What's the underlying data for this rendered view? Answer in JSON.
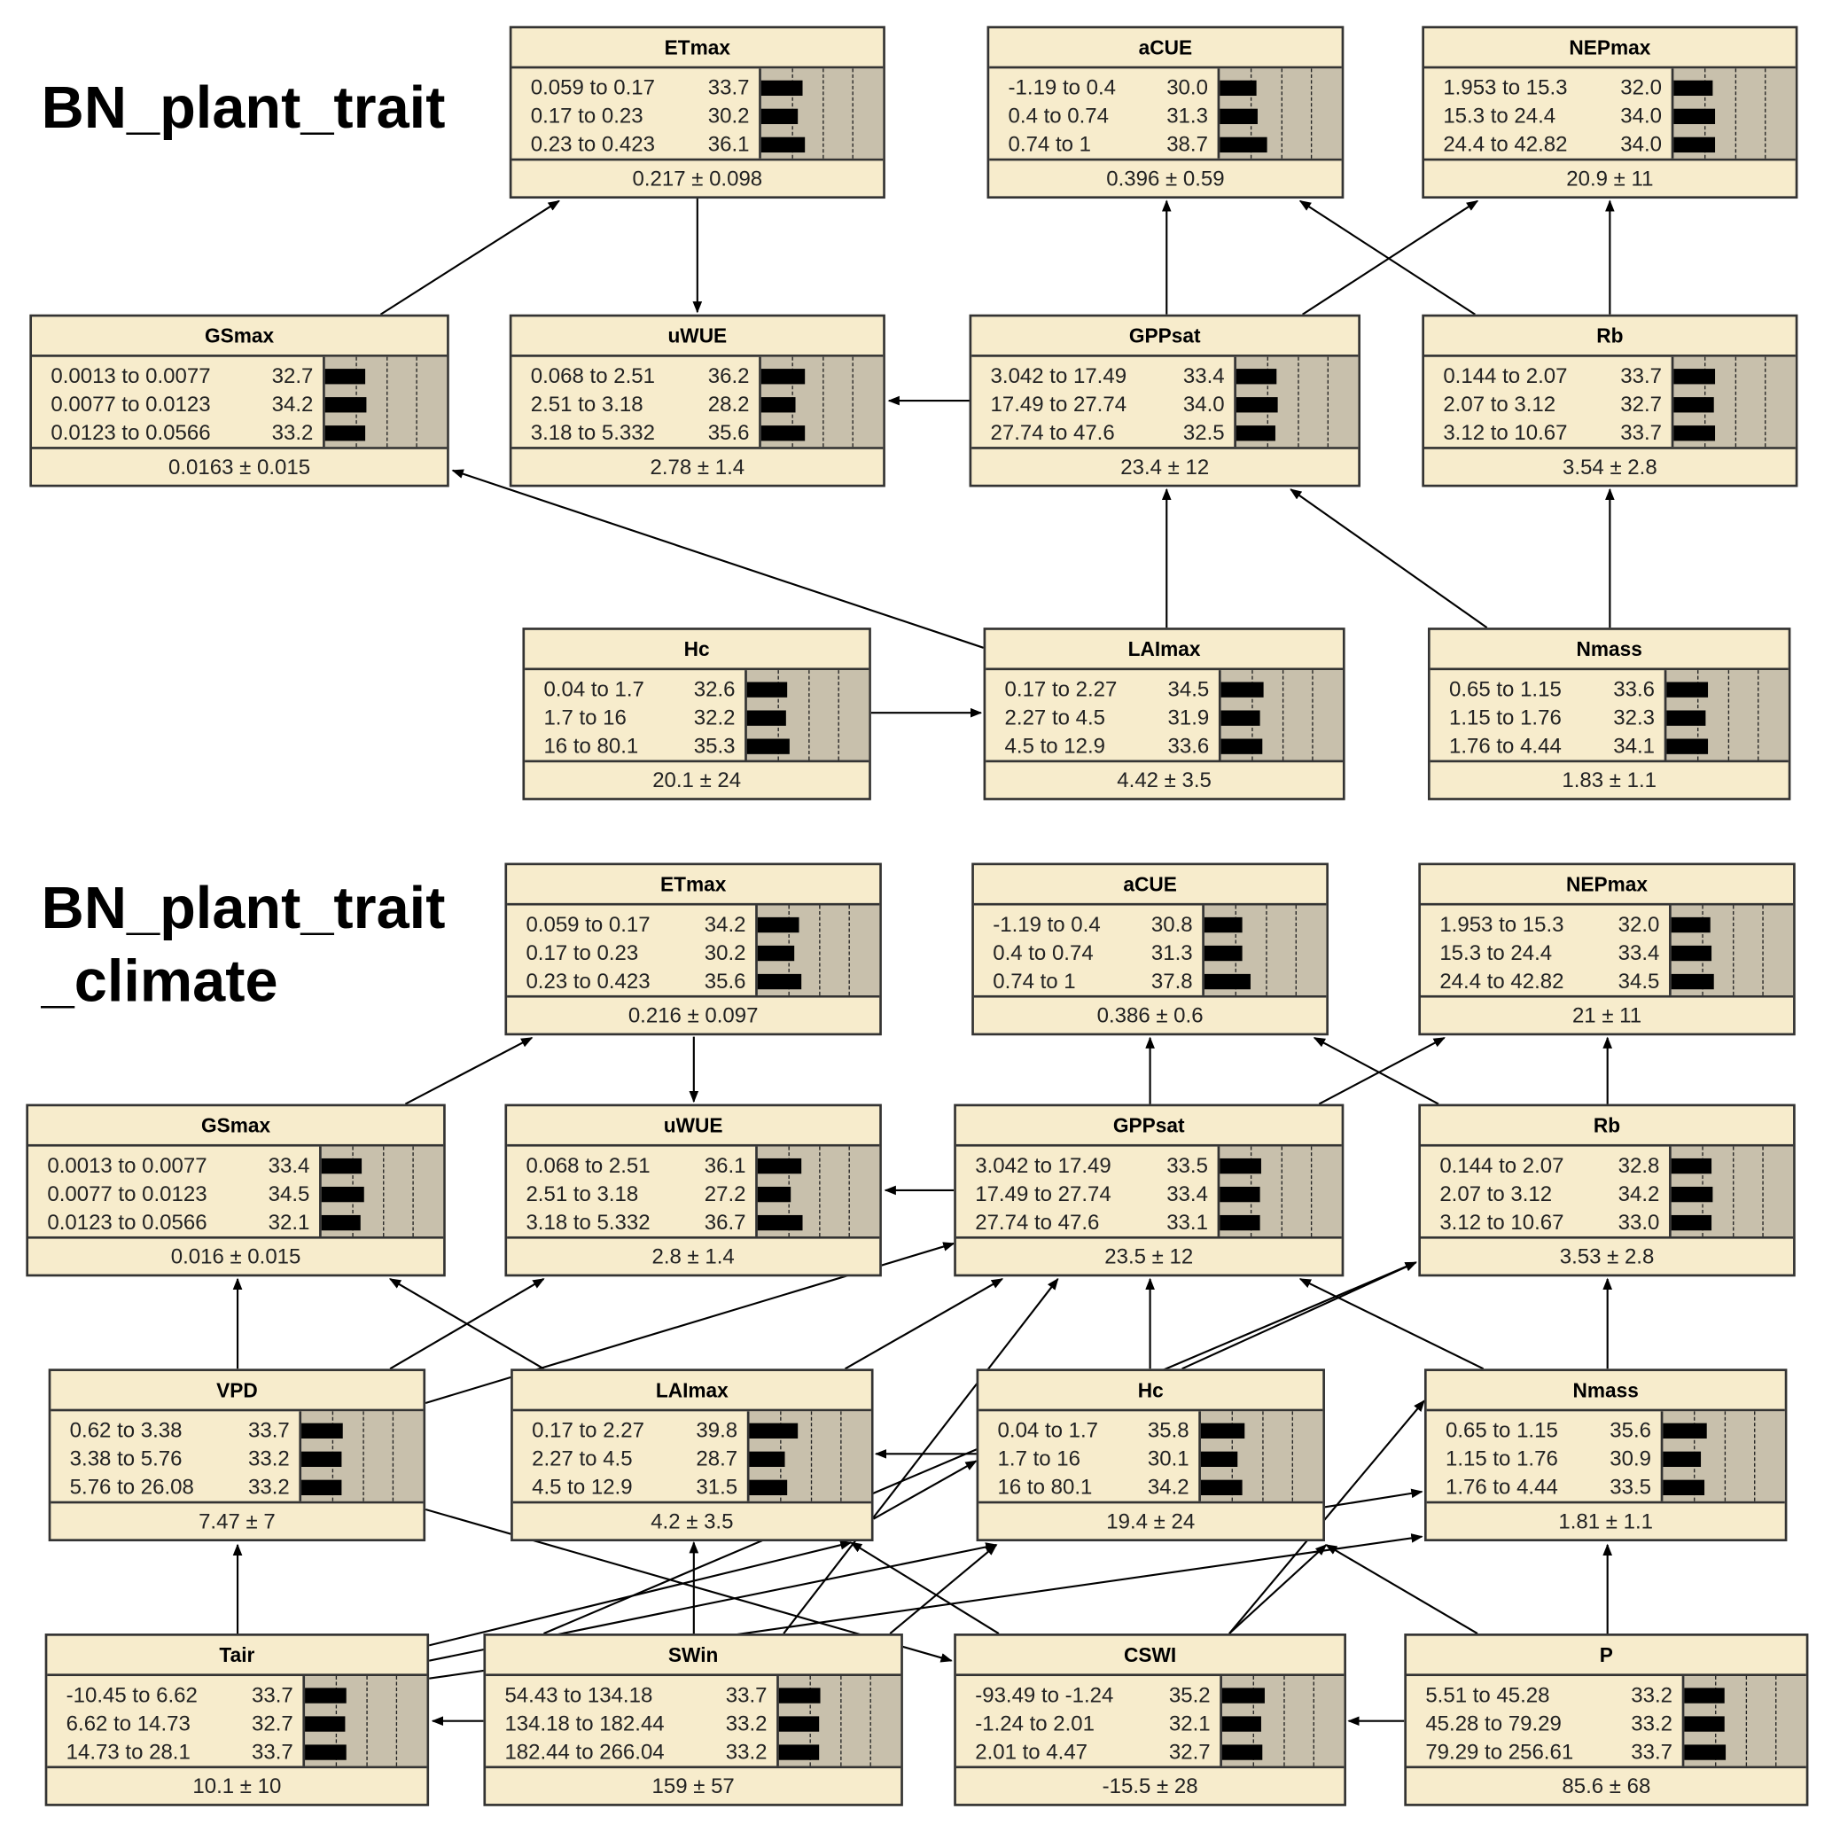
{
  "networks": [
    {
      "title": "BN_plant_trait",
      "nodes": [
        {
          "id": "ETmax",
          "title": "ETmax",
          "states": [
            {
              "range": "0.059 to 0.17",
              "value": "33.7"
            },
            {
              "range": "0.17 to 0.23",
              "value": "30.2"
            },
            {
              "range": "0.23 to 0.423",
              "value": "36.1"
            }
          ],
          "summary": "0.217 ± 0.098"
        },
        {
          "id": "aCUE",
          "title": "aCUE",
          "states": [
            {
              "range": "-1.19 to 0.4",
              "value": "30.0"
            },
            {
              "range": "0.4 to 0.74",
              "value": "31.3"
            },
            {
              "range": "0.74 to 1",
              "value": "38.7"
            }
          ],
          "summary": "0.396 ± 0.59"
        },
        {
          "id": "NEPmax",
          "title": "NEPmax",
          "states": [
            {
              "range": "1.953 to 15.3",
              "value": "32.0"
            },
            {
              "range": "15.3 to 24.4",
              "value": "34.0"
            },
            {
              "range": "24.4 to 42.82",
              "value": "34.0"
            }
          ],
          "summary": "20.9 ± 11"
        },
        {
          "id": "GSmax",
          "title": "GSmax",
          "states": [
            {
              "range": "0.0013 to 0.0077",
              "value": "32.7"
            },
            {
              "range": "0.0077 to 0.0123",
              "value": "34.2"
            },
            {
              "range": "0.0123 to 0.0566",
              "value": "33.2"
            }
          ],
          "summary": "0.0163 ± 0.015"
        },
        {
          "id": "uWUE",
          "title": "uWUE",
          "states": [
            {
              "range": "0.068 to 2.51",
              "value": "36.2"
            },
            {
              "range": "2.51 to 3.18",
              "value": "28.2"
            },
            {
              "range": "3.18 to 5.332",
              "value": "35.6"
            }
          ],
          "summary": "2.78 ± 1.4"
        },
        {
          "id": "GPPsat",
          "title": "GPPsat",
          "states": [
            {
              "range": "3.042 to 17.49",
              "value": "33.4"
            },
            {
              "range": "17.49 to 27.74",
              "value": "34.0"
            },
            {
              "range": "27.74 to 47.6",
              "value": "32.5"
            }
          ],
          "summary": "23.4 ± 12"
        },
        {
          "id": "Rb",
          "title": "Rb",
          "states": [
            {
              "range": "0.144 to 2.07",
              "value": "33.7"
            },
            {
              "range": "2.07 to 3.12",
              "value": "32.7"
            },
            {
              "range": "3.12 to 10.67",
              "value": "33.7"
            }
          ],
          "summary": "3.54 ± 2.8"
        },
        {
          "id": "Hc",
          "title": "Hc",
          "states": [
            {
              "range": "0.04 to 1.7",
              "value": "32.6"
            },
            {
              "range": "1.7 to 16",
              "value": "32.2"
            },
            {
              "range": "16 to 80.1",
              "value": "35.3"
            }
          ],
          "summary": "20.1 ± 24"
        },
        {
          "id": "LAImax",
          "title": "LAImax",
          "states": [
            {
              "range": "0.17 to 2.27",
              "value": "34.5"
            },
            {
              "range": "2.27 to 4.5",
              "value": "31.9"
            },
            {
              "range": "4.5 to 12.9",
              "value": "33.6"
            }
          ],
          "summary": "4.42 ± 3.5"
        },
        {
          "id": "Nmass",
          "title": "Nmass",
          "states": [
            {
              "range": "0.65 to 1.15",
              "value": "33.6"
            },
            {
              "range": "1.15 to 1.76",
              "value": "32.3"
            },
            {
              "range": "1.76 to 4.44",
              "value": "34.1"
            }
          ],
          "summary": "1.83 ± 1.1"
        }
      ],
      "edges": [
        [
          "GSmax",
          "ETmax"
        ],
        [
          "ETmax",
          "uWUE"
        ],
        [
          "GPPsat",
          "uWUE"
        ],
        [
          "GPPsat",
          "aCUE"
        ],
        [
          "GPPsat",
          "NEPmax"
        ],
        [
          "Rb",
          "aCUE"
        ],
        [
          "Rb",
          "NEPmax"
        ],
        [
          "LAImax",
          "GSmax"
        ],
        [
          "LAImax",
          "GPPsat"
        ],
        [
          "Nmass",
          "GPPsat"
        ],
        [
          "Nmass",
          "Rb"
        ],
        [
          "Hc",
          "LAImax"
        ]
      ]
    },
    {
      "title": "BN_plant_trait _climate",
      "title_lines": [
        "BN_plant_trait",
        "_climate"
      ],
      "nodes": [
        {
          "id": "ETmax",
          "title": "ETmax",
          "states": [
            {
              "range": "0.059 to 0.17",
              "value": "34.2"
            },
            {
              "range": "0.17 to 0.23",
              "value": "30.2"
            },
            {
              "range": "0.23 to 0.423",
              "value": "35.6"
            }
          ],
          "summary": "0.216 ± 0.097"
        },
        {
          "id": "aCUE",
          "title": "aCUE",
          "states": [
            {
              "range": "-1.19 to 0.4",
              "value": "30.8"
            },
            {
              "range": "0.4 to 0.74",
              "value": "31.3"
            },
            {
              "range": "0.74 to 1",
              "value": "37.8"
            }
          ],
          "summary": "0.386 ± 0.6"
        },
        {
          "id": "NEPmax",
          "title": "NEPmax",
          "states": [
            {
              "range": "1.953 to 15.3",
              "value": "32.0"
            },
            {
              "range": "15.3 to 24.4",
              "value": "33.4"
            },
            {
              "range": "24.4 to 42.82",
              "value": "34.5"
            }
          ],
          "summary": "21 ± 11"
        },
        {
          "id": "GSmax",
          "title": "GSmax",
          "states": [
            {
              "range": "0.0013 to 0.0077",
              "value": "33.4"
            },
            {
              "range": "0.0077 to 0.0123",
              "value": "34.5"
            },
            {
              "range": "0.0123 to 0.0566",
              "value": "32.1"
            }
          ],
          "summary": "0.016 ± 0.015"
        },
        {
          "id": "uWUE",
          "title": "uWUE",
          "states": [
            {
              "range": "0.068 to 2.51",
              "value": "36.1"
            },
            {
              "range": "2.51 to 3.18",
              "value": "27.2"
            },
            {
              "range": "3.18 to 5.332",
              "value": "36.7"
            }
          ],
          "summary": "2.8 ± 1.4"
        },
        {
          "id": "GPPsat",
          "title": "GPPsat",
          "states": [
            {
              "range": "3.042 to 17.49",
              "value": "33.5"
            },
            {
              "range": "17.49 to 27.74",
              "value": "33.4"
            },
            {
              "range": "27.74 to 47.6",
              "value": "33.1"
            }
          ],
          "summary": "23.5 ± 12"
        },
        {
          "id": "Rb",
          "title": "Rb",
          "states": [
            {
              "range": "0.144 to 2.07",
              "value": "32.8"
            },
            {
              "range": "2.07 to 3.12",
              "value": "34.2"
            },
            {
              "range": "3.12 to 10.67",
              "value": "33.0"
            }
          ],
          "summary": "3.53 ± 2.8"
        },
        {
          "id": "VPD",
          "title": "VPD",
          "states": [
            {
              "range": "0.62 to 3.38",
              "value": "33.7"
            },
            {
              "range": "3.38 to 5.76",
              "value": "33.2"
            },
            {
              "range": "5.76 to 26.08",
              "value": "33.2"
            }
          ],
          "summary": "7.47 ± 7"
        },
        {
          "id": "LAImax",
          "title": "LAImax",
          "states": [
            {
              "range": "0.17 to 2.27",
              "value": "39.8"
            },
            {
              "range": "2.27 to 4.5",
              "value": "28.7"
            },
            {
              "range": "4.5 to 12.9",
              "value": "31.5"
            }
          ],
          "summary": "4.2 ± 3.5"
        },
        {
          "id": "Hc",
          "title": "Hc",
          "states": [
            {
              "range": "0.04 to 1.7",
              "value": "35.8"
            },
            {
              "range": "1.7 to 16",
              "value": "30.1"
            },
            {
              "range": "16 to 80.1",
              "value": "34.2"
            }
          ],
          "summary": "19.4 ± 24"
        },
        {
          "id": "Nmass",
          "title": "Nmass",
          "states": [
            {
              "range": "0.65 to 1.15",
              "value": "35.6"
            },
            {
              "range": "1.15 to 1.76",
              "value": "30.9"
            },
            {
              "range": "1.76 to 4.44",
              "value": "33.5"
            }
          ],
          "summary": "1.81 ± 1.1"
        },
        {
          "id": "Tair",
          "title": "Tair",
          "states": [
            {
              "range": "-10.45 to 6.62",
              "value": "33.7"
            },
            {
              "range": "6.62 to 14.73",
              "value": "32.7"
            },
            {
              "range": "14.73 to 28.1",
              "value": "33.7"
            }
          ],
          "summary": "10.1 ± 10"
        },
        {
          "id": "SWin",
          "title": "SWin",
          "states": [
            {
              "range": "54.43 to 134.18",
              "value": "33.7"
            },
            {
              "range": "134.18 to 182.44",
              "value": "33.2"
            },
            {
              "range": "182.44 to 266.04",
              "value": "33.2"
            }
          ],
          "summary": "159 ± 57"
        },
        {
          "id": "CSWI",
          "title": "CSWI",
          "states": [
            {
              "range": "-93.49 to -1.24",
              "value": "35.2"
            },
            {
              "range": "-1.24 to 2.01",
              "value": "32.1"
            },
            {
              "range": "2.01 to 4.47",
              "value": "32.7"
            }
          ],
          "summary": "-15.5 ± 28"
        },
        {
          "id": "P",
          "title": "P",
          "states": [
            {
              "range": "5.51 to 45.28",
              "value": "33.2"
            },
            {
              "range": "45.28 to 79.29",
              "value": "33.2"
            },
            {
              "range": "79.29 to 256.61",
              "value": "33.7"
            }
          ],
          "summary": "85.6 ± 68"
        }
      ],
      "edges": [
        [
          "GSmax",
          "ETmax"
        ],
        [
          "ETmax",
          "uWUE"
        ],
        [
          "GPPsat",
          "uWUE"
        ],
        [
          "GPPsat",
          "aCUE"
        ],
        [
          "GPPsat",
          "NEPmax"
        ],
        [
          "Rb",
          "aCUE"
        ],
        [
          "Rb",
          "NEPmax"
        ],
        [
          "VPD",
          "GSmax"
        ],
        [
          "VPD",
          "uWUE"
        ],
        [
          "VPD",
          "GPPsat"
        ],
        [
          "VPD",
          "CSWI"
        ],
        [
          "LAImax",
          "GSmax"
        ],
        [
          "LAImax",
          "GPPsat"
        ],
        [
          "LAImax",
          "Hc"
        ],
        [
          "Hc",
          "GPPsat"
        ],
        [
          "Hc",
          "LAImax"
        ],
        [
          "Hc",
          "Rb"
        ],
        [
          "Hc",
          "Nmass"
        ],
        [
          "Nmass",
          "GPPsat"
        ],
        [
          "Nmass",
          "Rb"
        ],
        [
          "Tair",
          "VPD"
        ],
        [
          "Tair",
          "LAImax"
        ],
        [
          "Tair",
          "Hc"
        ],
        [
          "Tair",
          "Nmass"
        ],
        [
          "SWin",
          "Tair"
        ],
        [
          "SWin",
          "LAImax"
        ],
        [
          "SWin",
          "GPPsat"
        ],
        [
          "SWin",
          "Hc"
        ],
        [
          "SWin",
          "Rb"
        ],
        [
          "CSWI",
          "LAImax"
        ],
        [
          "CSWI",
          "Hc"
        ],
        [
          "CSWI",
          "Nmass"
        ],
        [
          "P",
          "CSWI"
        ],
        [
          "P",
          "Hc"
        ],
        [
          "P",
          "Nmass"
        ]
      ]
    }
  ]
}
